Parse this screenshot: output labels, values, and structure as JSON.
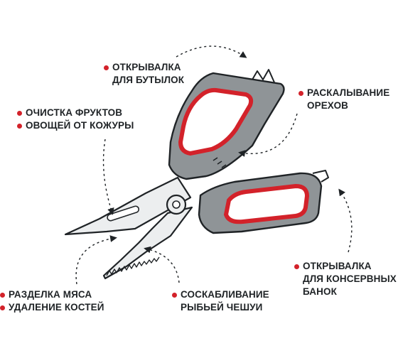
{
  "colors": {
    "accent_red": "#d3222a",
    "handle_gray": "#8f9497",
    "outline": "#1f2326",
    "blade": "#eceeef"
  },
  "callouts": {
    "bottle_opener": {
      "line1": "ОТКРЫВАЛКА",
      "line2": "ДЛЯ БУТЫЛОК"
    },
    "nut_cracking": {
      "line1": "РАСКАЛЫВАНИЕ",
      "line2": "ОРЕХОВ"
    },
    "peeling": {
      "line1": "ОЧИСТКА ФРУКТОВ",
      "line2": "ОВОЩЕЙ ОТ КОЖУРЫ"
    },
    "can_opener": {
      "line1": "ОТКРЫВАЛКА",
      "line2": "ДЛЯ КОНСЕРВНЫХ",
      "line3": "БАНОК"
    },
    "meat_cutting": {
      "line1": "РАЗДЕЛКА МЯСА",
      "line2": "УДАЛЕНИЕ КОСТЕЙ"
    },
    "fish_scaling": {
      "line1": "СОСКАБЛИВАНИЕ",
      "line2": "РЫБЬЕЙ ЧЕШУИ"
    }
  }
}
